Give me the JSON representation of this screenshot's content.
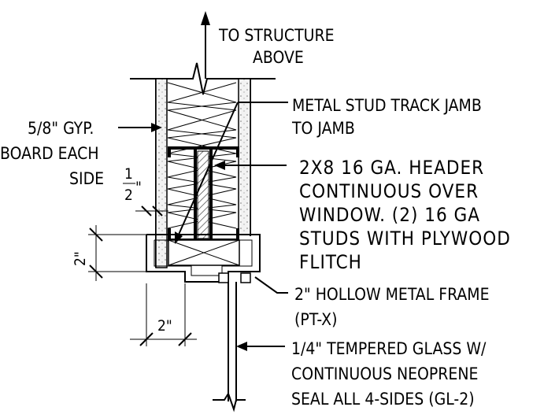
{
  "notes": {
    "structure": [
      "TO STRUCTURE",
      "ABOVE"
    ],
    "gyp": [
      "5/8\" GYP.",
      "BOARD EACH",
      "SIDE"
    ],
    "track": [
      "METAL STUD TRACK JAMB",
      "TO JAMB"
    ],
    "header": [
      "2X8 16 GA. HEADER",
      "CONTINUOUS OVER",
      "WINDOW. (2) 16 GA",
      "STUDS WITH PLYWOOD",
      "FLITCH"
    ],
    "frame": [
      "2\" HOLLOW METAL FRAME",
      "(PT-X)"
    ],
    "glass": [
      "1/4\" TEMPERED GLASS W/",
      "CONTINUOUS NEOPRENE",
      "SEAL ALL 4-SIDES (GL-2)"
    ]
  },
  "dimensions": {
    "half_num": "1",
    "half_den": "2",
    "half_unit": "\"",
    "vertical": "2\"",
    "horizontal": "2\""
  }
}
